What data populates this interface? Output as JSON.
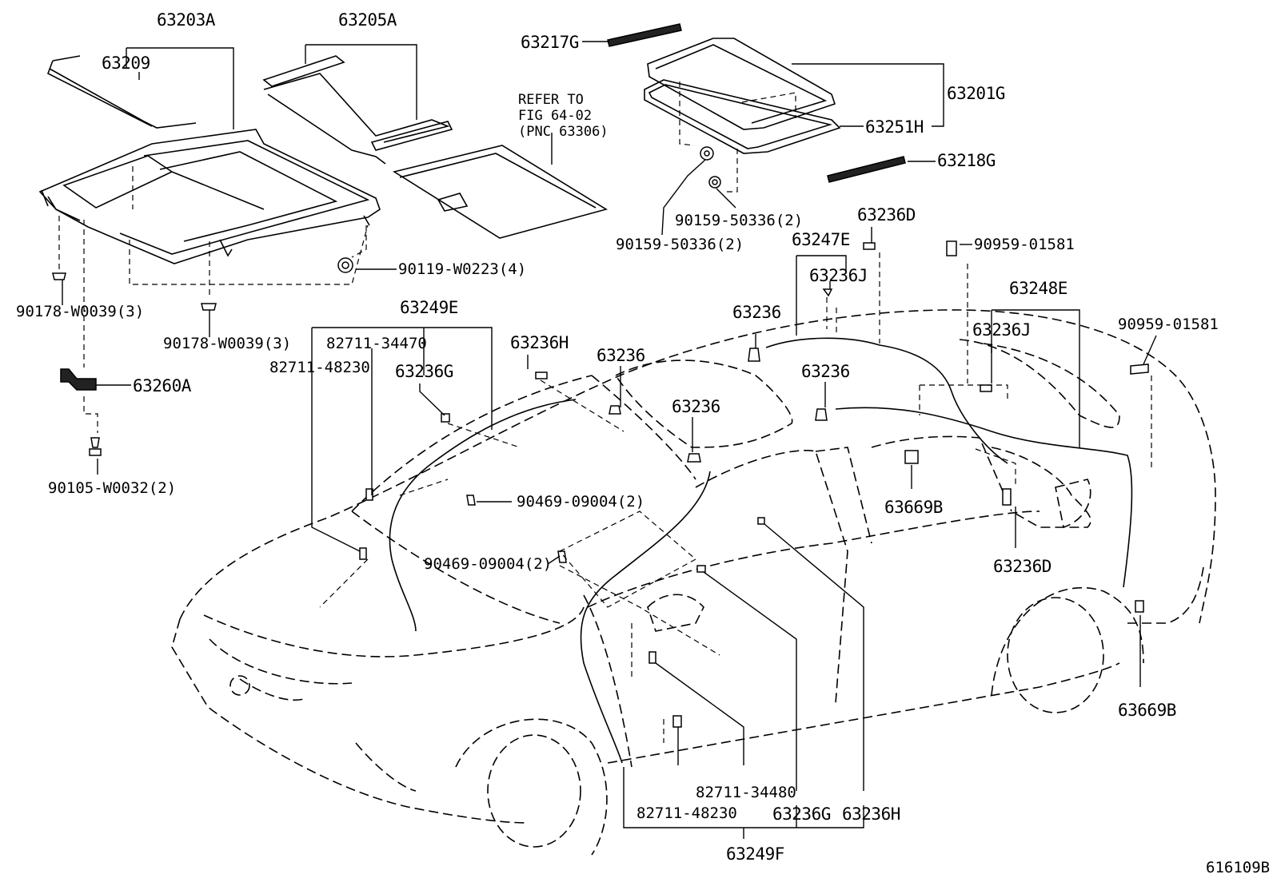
{
  "diagram": {
    "figure_id": "616109B",
    "refer_note": [
      "REFER TO",
      "FIG 64-02",
      "(PNC 63306)"
    ],
    "labels": {
      "p63203A": "63203A",
      "p63209": "63209",
      "p63205A": "63205A",
      "p63217G": "63217G",
      "p63201G": "63201G",
      "p63251H": "63251H",
      "p63218G": "63218G",
      "p90119": "90119-W0223(4)",
      "p90178a": "90178-W0039(3)",
      "p90178b": "90178-W0039(3)",
      "p90159a": "90159-50336(2)",
      "p90159b": "90159-50336(2)",
      "p63260A": "63260A",
      "p90105": "90105-W0032(2)",
      "p63249E": "63249E",
      "p82711_34470": "82711-34470",
      "p82711_48230a": "82711-48230",
      "p63236G_a": "63236G",
      "p63236H_a": "63236H",
      "p63236_a": "63236",
      "p63236_b": "63236",
      "p63236_c": "63236",
      "p63236_d": "63236",
      "p63236D_a": "63236D",
      "p63247E": "63247E",
      "p63236J_a": "63236J",
      "p90959a": "90959-01581",
      "p63248E": "63248E",
      "p63236J_b": "63236J",
      "p90959b": "90959-01581",
      "p90469a": "90469-09004(2)",
      "p90469b": "90469-09004(2)",
      "p63669B_a": "63669B",
      "p63236D_b": "63236D",
      "p63669B_b": "63669B",
      "p82711_34480": "82711-34480",
      "p82711_48230b": "82711-48230",
      "p63236G_b": "63236G",
      "p63236H_b": "63236H",
      "p63249F": "63249F"
    }
  }
}
